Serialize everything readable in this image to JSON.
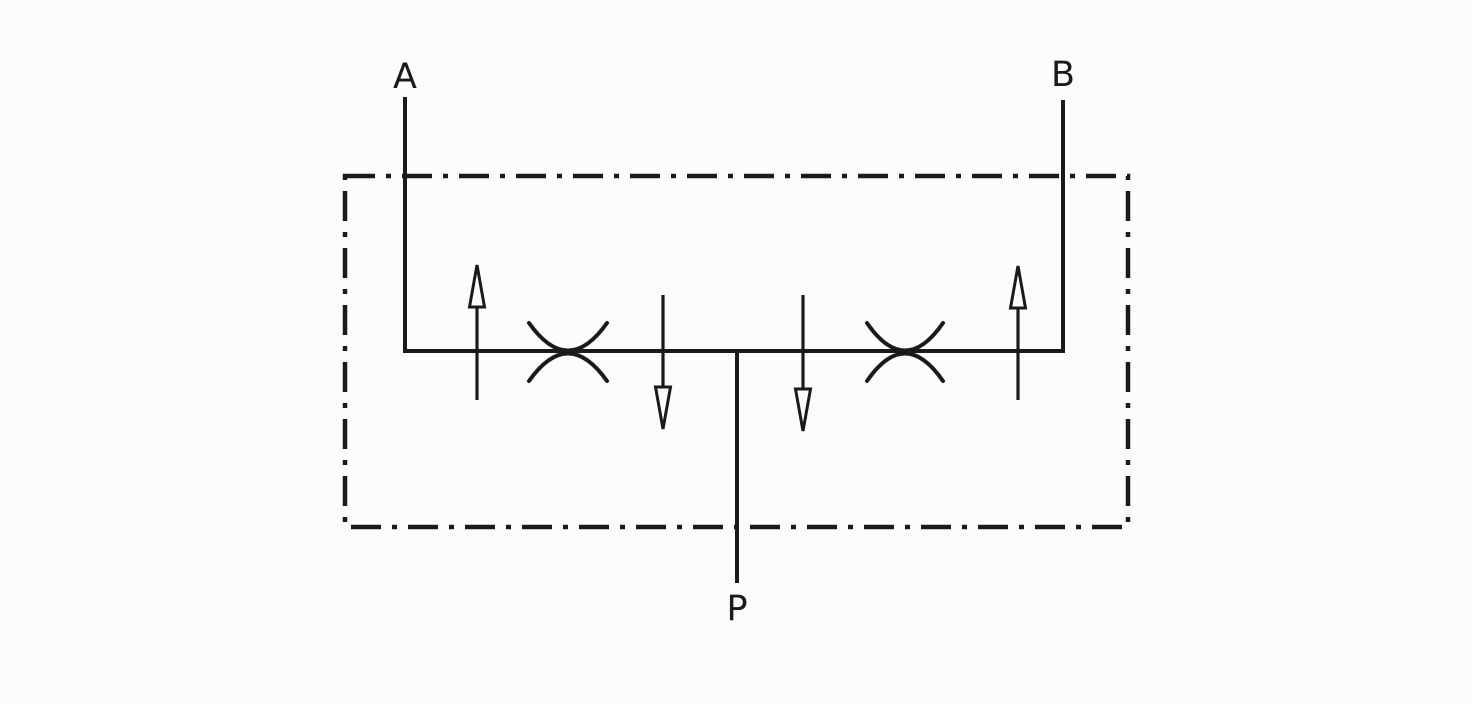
{
  "diagram": {
    "type": "hydraulic-valve-schematic",
    "description": "Flow divider valve symbol with ports A, B and P, dash-dot enclosure, two check-flow arrows up, two flow arrows down, and two orifice (restrictor) symbols",
    "labels": {
      "port_a": "A",
      "port_b": "B",
      "port_p": "P"
    },
    "colors": {
      "line": "#1a1a1a",
      "background": "#fcfcfc"
    }
  }
}
